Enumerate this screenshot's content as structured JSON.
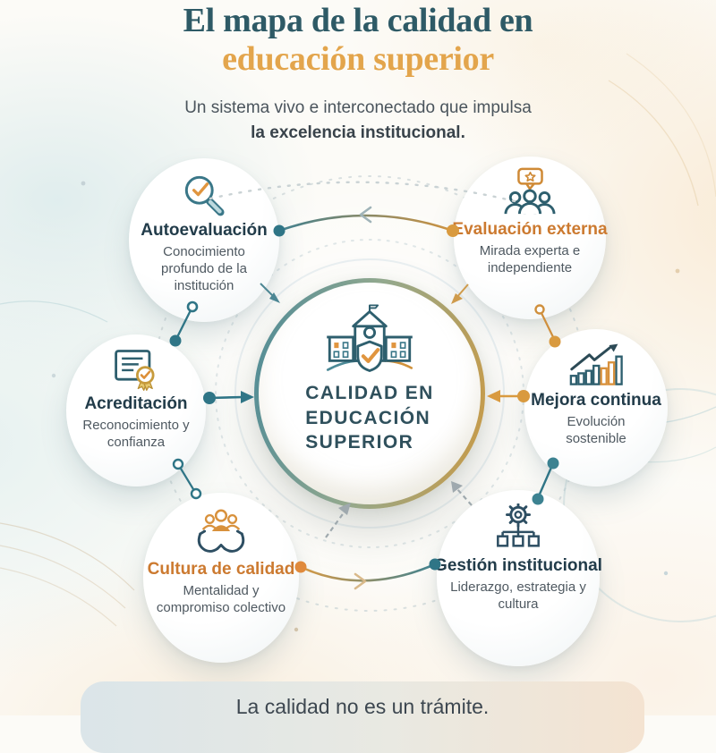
{
  "header": {
    "title_line1": "El mapa de la calidad en",
    "title_line2": "educación superior",
    "subtitle_line1": "Un sistema vivo e interconectado que impulsa",
    "subtitle_line2": "la excelencia institucional."
  },
  "center": {
    "icon": "school-shield-icon",
    "label_line1": "CALIDAD EN",
    "label_line2": "EDUCACIÓN",
    "label_line3": "SUPERIOR"
  },
  "nodes": [
    {
      "id": "autoevaluacion",
      "title": "Autoevaluación",
      "subtitle": "Conocimiento profundo de la institución",
      "icon": "magnifier-check-icon",
      "title_color": "#223c4a"
    },
    {
      "id": "evaluacion-externa",
      "title": "Evaluación externa",
      "subtitle": "Mirada experta e independiente",
      "icon": "speech-star-people-icon",
      "title_color": "#cc7a30"
    },
    {
      "id": "acreditacion",
      "title": "Acreditación",
      "subtitle": "Reconocimiento y confianza",
      "icon": "certificate-medal-icon",
      "title_color": "#223c4a"
    },
    {
      "id": "mejora-continua",
      "title": "Mejora continua",
      "subtitle": "Evolución sostenible",
      "icon": "growth-chart-icon",
      "title_color": "#223c4a"
    },
    {
      "id": "cultura-de-calidad",
      "title": "Cultura de calidad",
      "subtitle": "Mentalidad y compromiso colectivo",
      "icon": "hands-people-icon",
      "title_color": "#cc7a30"
    },
    {
      "id": "gestion-institucional",
      "title": "Gestión institucional",
      "subtitle": "Liderazgo, estrategia y cultura",
      "icon": "gear-orgchart-icon",
      "title_color": "#223c4a"
    }
  ],
  "footer": {
    "text": "La calidad no es un trámite."
  },
  "colors": {
    "teal_accent": "#2f7586",
    "gold_accent": "#d99a3f",
    "orange_heading": "#cc7a30",
    "teal_heading": "#2e5a66",
    "gold_heading": "#e3a54c",
    "dark_text": "#223c4a",
    "gray_text": "#4f5961"
  }
}
